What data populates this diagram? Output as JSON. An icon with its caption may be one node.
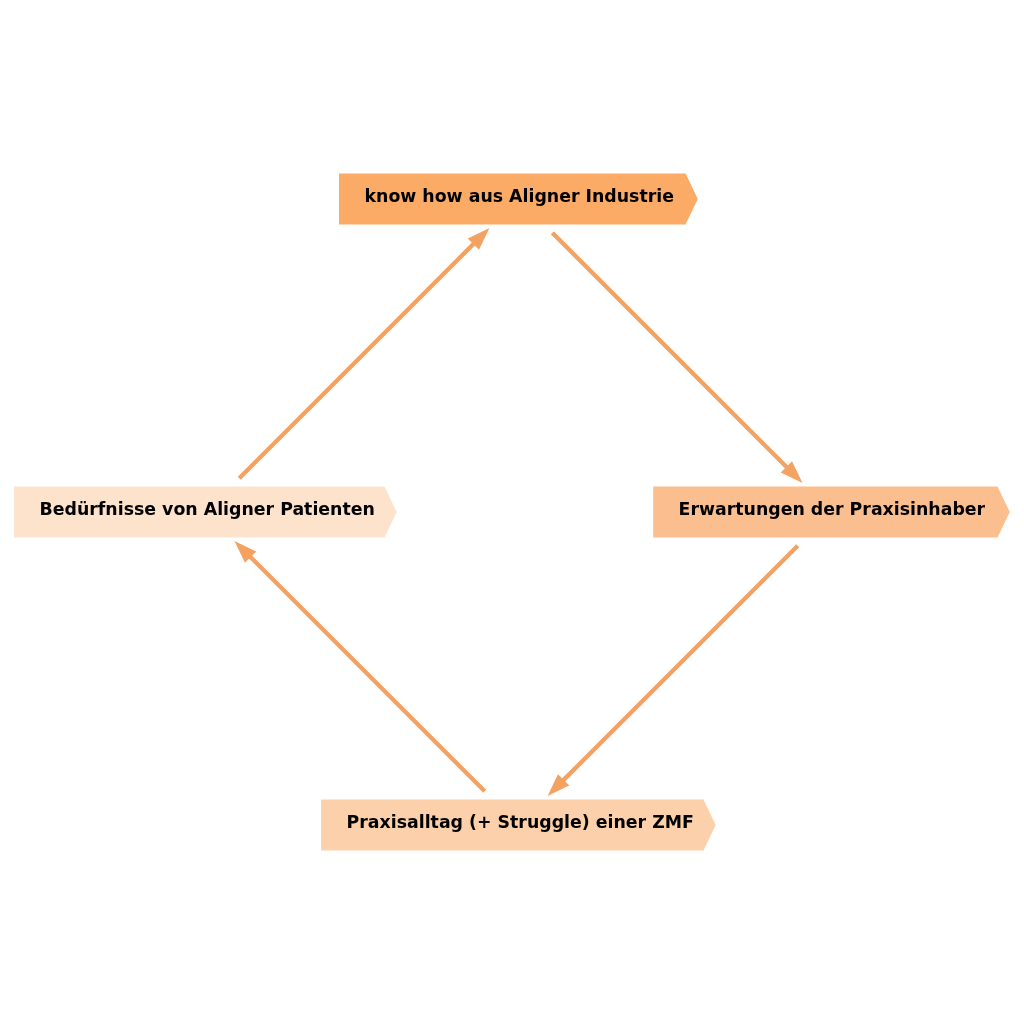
{
  "diagram": {
    "nodes": [
      {
        "text": [
          "Praxisalltag (+ Struggle) einer ZMF"
        ]
      },
      {
        "text": [
          "Bedürfnisse von Aligner Patienten"
        ]
      },
      {
        "text": [
          "know how aus Aligner Industrie"
        ]
      },
      {
        "text": [
          "Erwartungen der Praxisinhaber"
        ]
      }
    ],
    "edges": [
      {
        "from": 0,
        "to": 1,
        "arrow": "to"
      },
      {
        "from": 1,
        "to": 2,
        "arrow": "to"
      },
      {
        "from": 2,
        "to": 3,
        "arrow": "to"
      },
      {
        "from": 3,
        "to": 0,
        "arrow": "to"
      }
    ]
  }
}
